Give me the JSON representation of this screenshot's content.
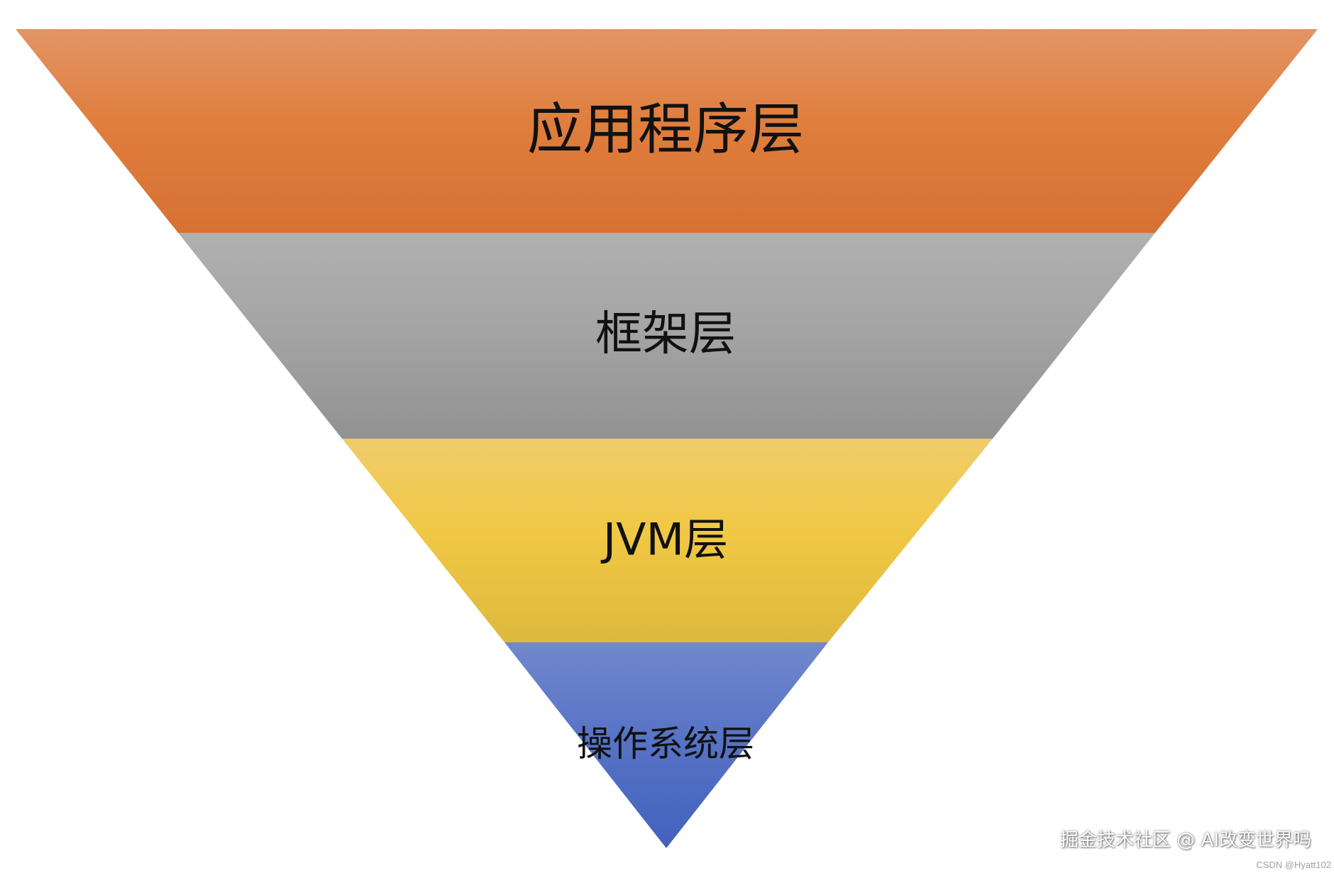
{
  "layers": [
    {
      "label": "应用程序层",
      "color_top": "#E29566",
      "color_mid": "#E07E3E",
      "color_bottom": "#D67132"
    },
    {
      "label": "框架层",
      "color_top": "#B0B0B0",
      "color_mid": "#A5A5A5",
      "color_bottom": "#929292"
    },
    {
      "label": "JVM层",
      "color_top": "#EFCC6A",
      "color_mid": "#F1C845",
      "color_bottom": "#DDB93C"
    },
    {
      "label": "操作系统层",
      "color_top": "#7188CD",
      "color_mid": "#5874C6",
      "color_bottom": "#4361BD"
    }
  ],
  "watermark": "掘金技术社区 @ AI改变世界吗",
  "credit": "CSDN @Hyatt102"
}
